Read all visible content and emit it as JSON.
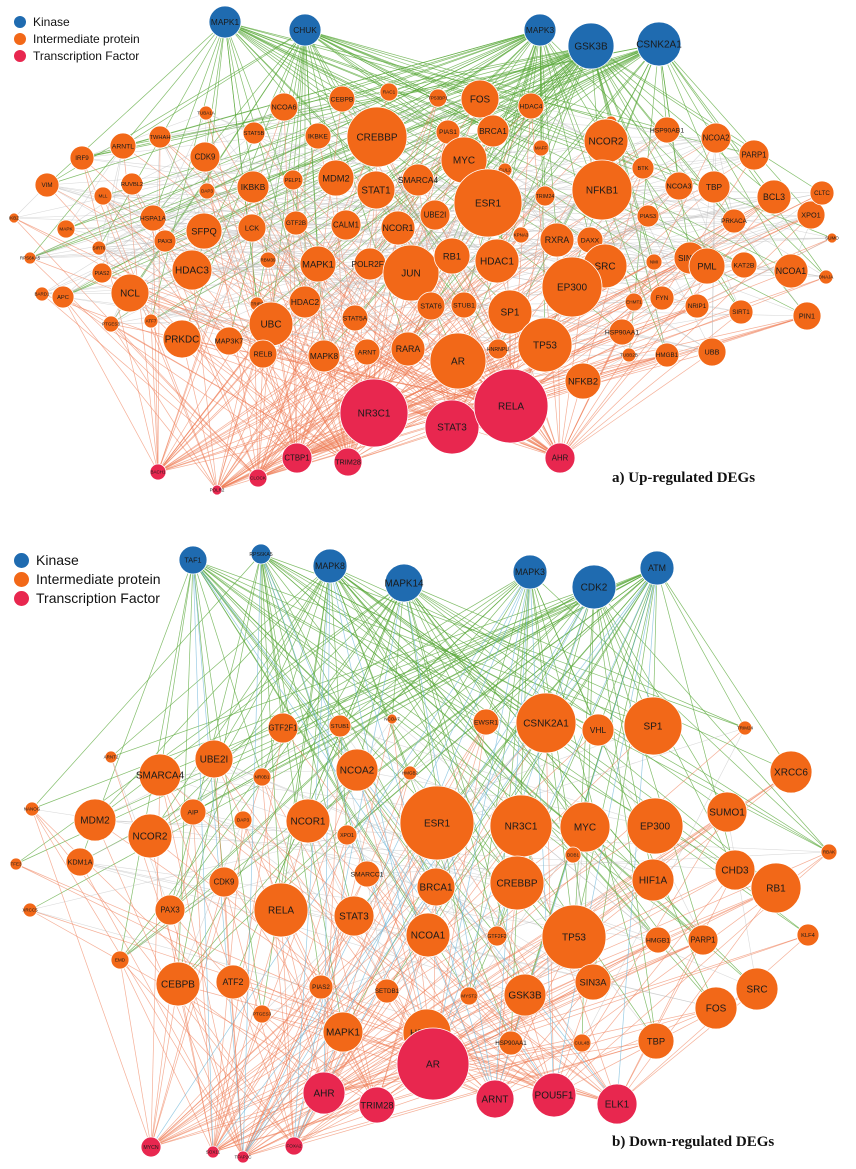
{
  "colors": {
    "kinase": "#1f6bb0",
    "intermediate": "#f26818",
    "tf": "#e8274f",
    "edge_green": "#5aa83a",
    "edge_orange": "#ee7a52",
    "edge_blue": "#6fb6d9",
    "edge_gray": "#b9b9b9"
  },
  "panel_a": {
    "legend": [
      {
        "label": "Kinase",
        "type": "kinase"
      },
      {
        "label": "Intermediate protein",
        "type": "intermediate"
      },
      {
        "label": "Transcription Factor",
        "type": "tf"
      }
    ],
    "caption": "a) Up-regulated DEGs",
    "kinases": [
      "MAPK1",
      "CHUK",
      "MAPK3",
      "GSK3B",
      "CSNK2A1"
    ],
    "transcription_factors": [
      "NR3C1",
      "STAT3",
      "RELA",
      "AHR",
      "CTBP1",
      "TRIM28",
      "CLOCK",
      "BACH1",
      "POLR2"
    ],
    "intermediates": [
      "TUBA1A",
      "NCOA6",
      "CEBPB",
      "RAC1",
      "TP53BP1",
      "FOS",
      "HDAC4",
      "HAX1",
      "HSP90AB1",
      "NCOA2",
      "PARP1",
      "ARNTL",
      "TWHAH",
      "CDK9",
      "STAT5B",
      "IKBKE",
      "CREBBP",
      "PIAS1",
      "BRCA1",
      "MAFF",
      "NCOR2",
      "IRF9",
      "RUVBL2",
      "DAP3",
      "IKBKB",
      "PELP1",
      "MDM2",
      "STAT1",
      "SMARCA4",
      "MYC",
      "CUL2",
      "TRIM24",
      "NFKB1",
      "BTK",
      "NCOA3",
      "TBP",
      "BCL3",
      "VIM",
      "MLL",
      "HSPA1A",
      "SFPQ",
      "LCK",
      "GTF2B",
      "CALM1",
      "NCOR1",
      "UBE2I",
      "ESR1",
      "KPNA3",
      "DAXX",
      "PIAS3",
      "PRKACA",
      "XPO1",
      "CLTC",
      "IKBZ",
      "MAPK",
      "PAX3",
      "SIRT6",
      "HDAC3",
      "RBM39",
      "MAPK1",
      "POLR2F1",
      "JUN",
      "RB1",
      "HDAC1",
      "RXRA",
      "SRC",
      "NMI",
      "SIN3A",
      "PML",
      "KAT2B",
      "NCOA1",
      "SUMO",
      "RPS6KA5",
      "PIAS2",
      "APC",
      "NCL",
      "TRIB6",
      "HDAC2",
      "STAT6",
      "STUB1",
      "SP1",
      "EP300",
      "EHMT1",
      "FYN",
      "NRIP1",
      "SIRT1",
      "PIN1",
      "DNAJA",
      "BARD1",
      "PTGES3",
      "ATF7",
      "UBC",
      "STAT5A",
      "PRKDC",
      "MAP3K7",
      "RELB",
      "MAPK8",
      "ARNT",
      "RARA",
      "AR",
      "HNRNPU",
      "TP53",
      "HSP90AA1",
      "TUBB2B",
      "HMGB1",
      "UBB",
      "NFKB2"
    ]
  },
  "panel_b": {
    "legend": [
      {
        "label": "Kinase",
        "type": "kinase"
      },
      {
        "label": "Intermediate protein",
        "type": "intermediate"
      },
      {
        "label": "Transcription Factor",
        "type": "tf"
      }
    ],
    "caption": "b) Down-regulated DEGs",
    "kinases": [
      "TAF1",
      "RPS6KA5",
      "MAPK8",
      "MAPK14",
      "MAPK3",
      "CDK2",
      "ATM"
    ],
    "transcription_factors": [
      "AR",
      "AHR",
      "TRIM28",
      "ARNT",
      "POU5F1",
      "ELK1",
      "MYCN",
      "SOX11",
      "TFAP2C",
      "FOXA2"
    ],
    "intermediates": [
      "GTF2F1",
      "STUB1",
      "NCOA7",
      "EWSR1",
      "CSNK2A1",
      "VHL",
      "SP1",
      "TRIM24",
      "ARNT2",
      "SMARCA4",
      "UBE2I",
      "NR0B1",
      "NCOA2",
      "HMGB2",
      "XRCC6",
      "NANOG",
      "MDM2",
      "AIP",
      "NCOR2",
      "DAP3",
      "NCOR1",
      "XPO1",
      "ESR1",
      "NR3C1",
      "MYC",
      "EP300",
      "SUMO1",
      "TFE3",
      "KDM1A",
      "SMARCC1",
      "BRCA1",
      "CREBBP",
      "DDB1",
      "HIF1A",
      "CHD3",
      "RB1",
      "RBAK",
      "XRCC5",
      "PAX3",
      "CDK9",
      "NRIP1",
      "RELA",
      "STAT3",
      "NCOA1",
      "GTF2F2",
      "TP53",
      "HMGB1",
      "PARP1",
      "KLF4",
      "EMD",
      "CEBPB",
      "ATF2",
      "PTGES3",
      "PIAS2",
      "SETDB1",
      "MYST2",
      "GSK3B",
      "SIN3A",
      "SRC",
      "FOS",
      "MAPK1",
      "HDAC1",
      "HSP90AA1",
      "CUL4B",
      "TBP"
    ]
  }
}
